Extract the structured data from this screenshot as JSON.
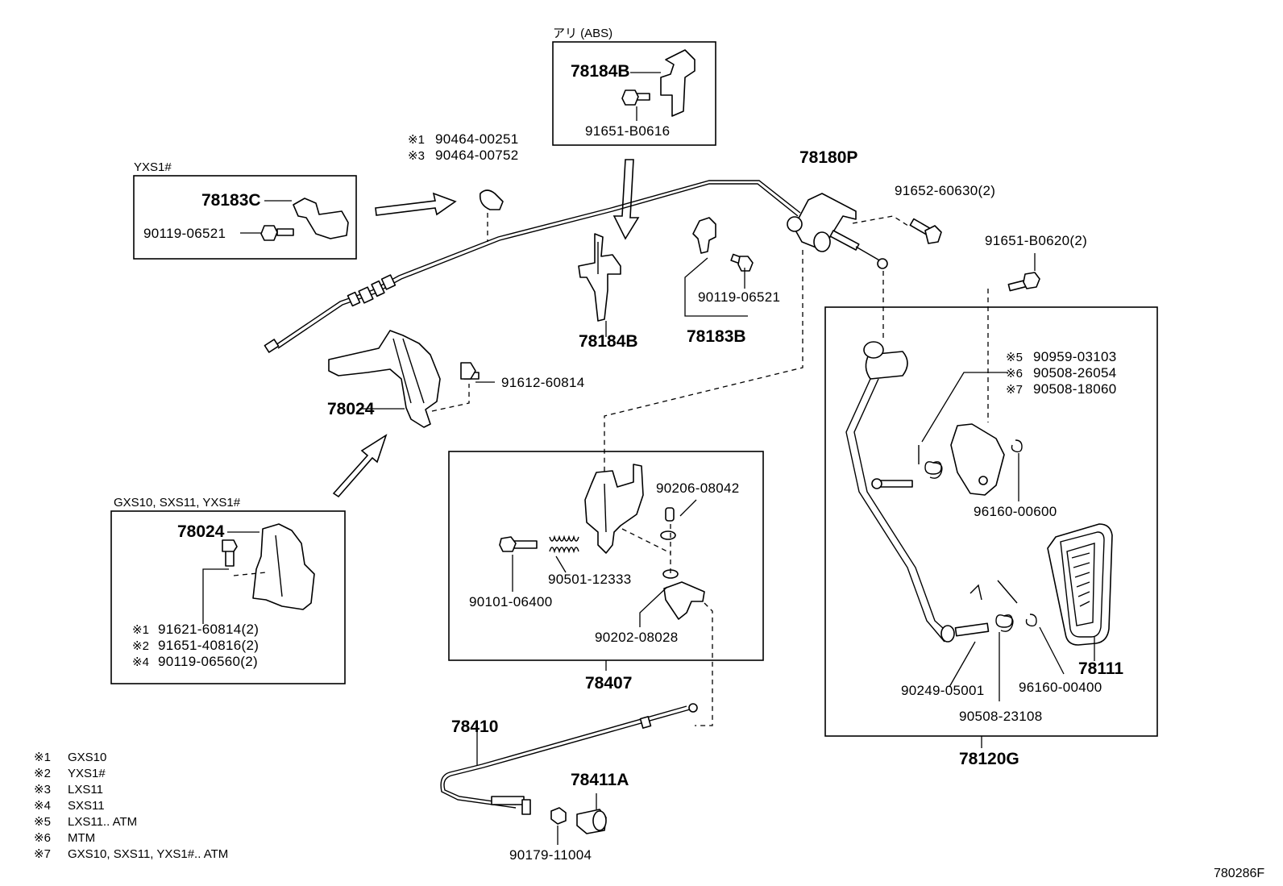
{
  "parts": {
    "p78180P": "78180P",
    "p91652": "91652-60630(2)",
    "p91651_B0620": "91651-B0620(2)",
    "p78183C": "78183C",
    "p90119_06521_a": "90119-06521",
    "p90464_00251": "90464-00251",
    "p90464_00752": "90464-00752",
    "p78184B_top": "78184B",
    "p91651_B0616": "91651-B0616",
    "p78184B": "78184B",
    "p78183B": "78183B",
    "p90119_06521_b": "90119-06521",
    "p78024": "78024",
    "p91612": "91612-60814",
    "p78024_box": "78024",
    "p91621": "91621-60814(2)",
    "p91651_40816": "91651-40816(2)",
    "p90119_06560": "90119-06560(2)",
    "p90206": "90206-08042",
    "p90501": "90501-12333",
    "p90101": "90101-06400",
    "p90202": "90202-08028",
    "p78407": "78407",
    "p78410": "78410",
    "p78411A": "78411A",
    "p90179": "90179-11004",
    "p90959": "90959-03103",
    "p90508_26054": "90508-26054",
    "p90508_18060": "90508-18060",
    "p96160_00600": "96160-00600",
    "p78111": "78111",
    "p96160_00400": "96160-00400",
    "p90249": "90249-05001",
    "p90508_23108": "90508-23108",
    "p78120G": "78120G"
  },
  "marks": {
    "m1": "※1",
    "m2": "※2",
    "m3": "※3",
    "m4": "※4",
    "m5": "※5",
    "m6": "※6",
    "m7": "※7"
  },
  "headers": {
    "abs": "アリ (ABS)",
    "yxs1": "YXS1#",
    "gxs10": "GXS10, SXS11, YXS1#"
  },
  "legend": [
    {
      "mark": "※1",
      "text": "GXS10"
    },
    {
      "mark": "※2",
      "text": "YXS1#"
    },
    {
      "mark": "※3",
      "text": "LXS11"
    },
    {
      "mark": "※4",
      "text": "SXS11"
    },
    {
      "mark": "※5",
      "text": "LXS11.. ATM"
    },
    {
      "mark": "※6",
      "text": "MTM"
    },
    {
      "mark": "※7",
      "text": "GXS10, SXS11, YXS1#.. ATM"
    }
  ],
  "figure_ref": "780286F"
}
